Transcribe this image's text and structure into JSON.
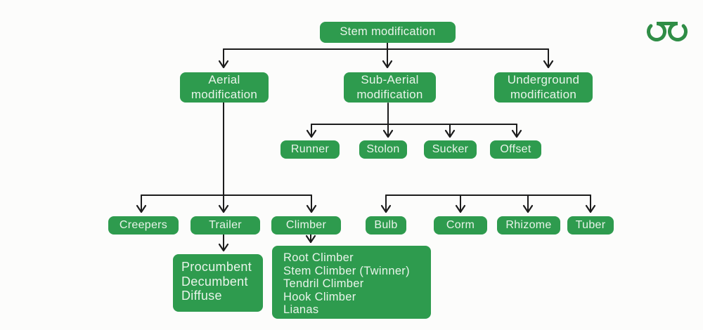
{
  "colors": {
    "page_bg": "#fcfcfb",
    "box_fill": "#2e9b4e",
    "box_text": "#e9f4ea",
    "line": "#1c1c1c",
    "logo_green": "#2f8d46"
  },
  "nodes": {
    "root": "Stem modification",
    "aerial": [
      "Aerial",
      "modification"
    ],
    "sub_aerial": [
      "Sub-Aerial",
      "modification"
    ],
    "underground": [
      "Underground",
      "modification"
    ],
    "runner": "Runner",
    "stolon": "Stolon",
    "sucker": "Sucker",
    "offset": "Offset",
    "creepers": "Creepers",
    "trailer": "Trailer",
    "climber": "Climber",
    "bulb": "Bulb",
    "corm": "Corm",
    "rhizome": "Rhizome",
    "tuber": "Tuber",
    "trailer_types": [
      "Procumbent",
      "Decumbent",
      "Diffuse"
    ],
    "climber_types": [
      "Root Climber",
      "Stem Climber (Twinner)",
      "Tendril Climber",
      "Hook Climber",
      "Lianas"
    ]
  }
}
